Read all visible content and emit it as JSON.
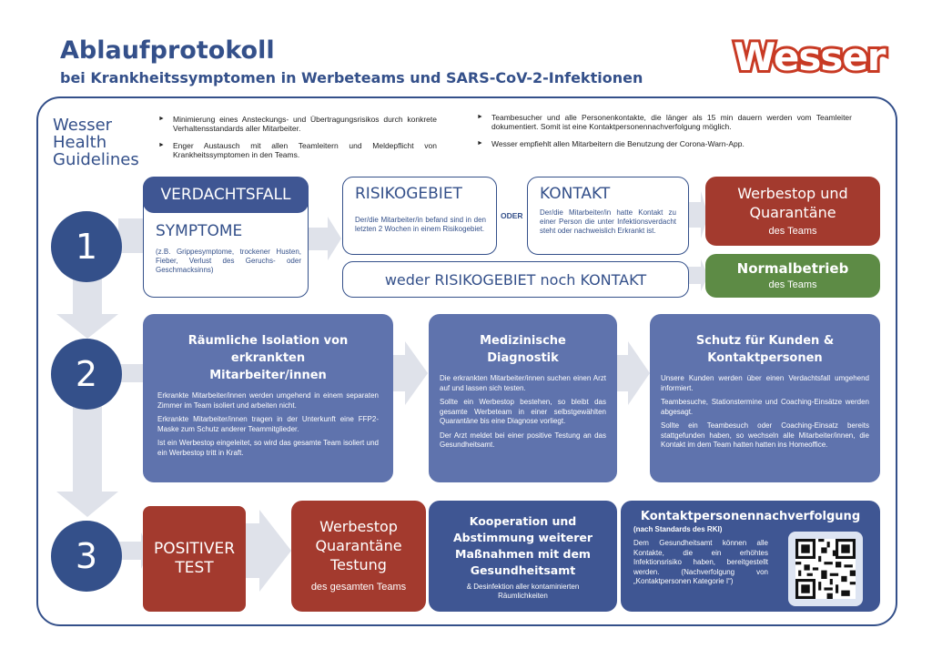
{
  "header": {
    "title": "Ablaufprotokoll",
    "subtitle": "bei Krankheitssymptomen in Werbeteams und SARS-CoV-2-Infektionen",
    "logo": "Wesser"
  },
  "guidelines": {
    "label": "Wesser\nHealth\nGuidelines",
    "bullets": [
      "Minimierung eines Ansteckungs- und Übertragungsrisikos durch konkrete Verhaltensstandards aller Mitarbeiter.",
      "Enger Austausch mit allen Teamleitern und Meldepflicht von Krankheitssymptomen in den Teams.",
      "Teambesucher und alle Personenkontakte, die länger als 15 min dauern werden vom Teamleiter dokumentiert. Somit ist eine Kontaktpersonennachverfolgung möglich.",
      "Wesser empfiehlt allen Mitarbeitern die Benutzung der Corona-Warn-App."
    ]
  },
  "steps": [
    "1",
    "2",
    "3"
  ],
  "row1": {
    "verdacht": "VERDACHTSFALL",
    "symptome": "SYMPTOME",
    "symptome_text": "(z.B. Grippesymptome, trockener Husten, Fieber, Verlust des Geruchs- oder Geschmacksinns)",
    "risiko": "RISIKOGEBIET",
    "risiko_text": "Der/die Mitarbeiter/in befand sind in den letzten 2 Wochen in einem Risikogebiet.",
    "oder": "ODER",
    "kontakt": "KONTAKT",
    "kontakt_text": "Der/die Mitarbeiter/in hatte Kontakt zu einer Person die unter Infektionsverdacht steht oder nachweislich Erkrankt ist.",
    "weder": "weder RISIKOGEBIET noch KONTAKT",
    "werbestop": "Werbestop und Quarantäne",
    "werbestop_sub": "des Teams",
    "normal": "Normalbetrieb",
    "normal_sub": "des Teams"
  },
  "row2": {
    "iso_title": "Räumliche Isolation von erkrankten Mitarbeiter/innen",
    "iso_text": [
      "Erkrankte Mitarbeiter/innen werden umgehend in einem separaten Zimmer im Team isoliert und arbeiten nicht.",
      "Erkrankte Mitarbeiter/innen tragen in der Unterkunft eine FFP2-Maske zum Schutz anderer Teammitglieder.",
      "Ist ein Werbestop eingeleitet, so wird das gesamte Team isoliert und ein Werbestop tritt in Kraft."
    ],
    "med_title": "Medizinische Diagnostik",
    "med_text": [
      "Die erkrankten Mitarbeiter/innen suchen einen Arzt auf und lassen sich testen.",
      "Sollte ein Werbestop bestehen, so bleibt das gesamte Werbeteam in einer selbstgewählten Quarantäne bis eine Diagnose vorliegt.",
      "Der Arzt meldet bei einer positive Testung an das Gesundheitsamt."
    ],
    "schutz_title": "Schutz für Kunden & Kontaktpersonen",
    "schutz_text": [
      "Unsere Kunden werden über einen Verdachtsfall umgehend informiert.",
      "Teambesuche, Stationstermine und Coaching-Einsätze werden abgesagt.",
      "Sollte ein Teambesuch oder Coaching-Einsatz bereits stattgefunden haben, so wechseln alle Mitarbeiter/innen, die Kontakt im dem Team hatten hatten ins Homeoffice."
    ]
  },
  "row3": {
    "positiv": "POSITIVER TEST",
    "wq1": "Werbestop",
    "wq2": "Quarantäne",
    "wq3": "Testung",
    "wq_sub": "des gesamten Teams",
    "koop_title": "Kooperation und Abstimmung weiterer Maßnahmen mit dem Gesundheitsamt",
    "koop_text": "& Desinfektion aller kontaminierten Räumlichkeiten",
    "kpn_title": "Kontaktpersonennachverfolgung",
    "kpn_sub": "(nach Standards des RKI)",
    "kpn_text": "Dem Gesundheitsamt können alle Kontakte, die ein erhöhtes Infektionsrisiko haben, bereitgestellt werden. (Nachverfolgung von „Kontaktpersonen Kategorie I“)"
  }
}
